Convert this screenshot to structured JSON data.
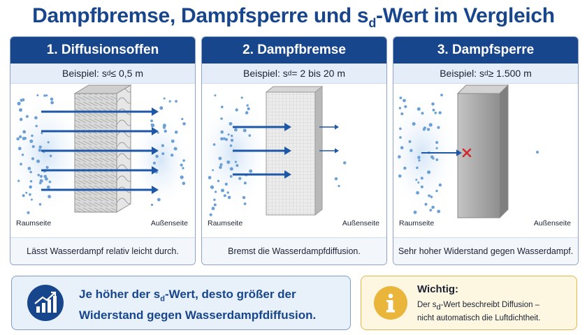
{
  "title": {
    "pre": "Dampfbremse, Dampfsperre und s",
    "sub": "d",
    "post": "-Wert im Vergleich"
  },
  "panels": [
    {
      "heading": "1. Diffusionsoffen",
      "example_prefix": "Beispiel:  s",
      "example_sub": "d",
      "example_value": " ≤ 0,5 m",
      "left_label": "Raumseite",
      "right_label": "Außenseite",
      "caption": "Lässt Wasserdampf relativ leicht durch."
    },
    {
      "heading": "2. Dampfbremse",
      "example_prefix": "Beispiel:  s",
      "example_sub": "d",
      "example_value": " = 2 bis 20 m",
      "left_label": "Raumseite",
      "right_label": "Außenseite",
      "caption": "Bremst die Wasserdampfdiffusion."
    },
    {
      "heading": "3. Dampfsperre",
      "example_prefix": "Beispiel:  s",
      "example_sub": "d",
      "example_value": " ≥ 1.500 m",
      "left_label": "Raumseite",
      "right_label": "Außenseite",
      "caption": "Sehr hoher Widerstand gegen Wasserdampf."
    }
  ],
  "info_box": {
    "icon": "chart-growth-icon",
    "line1_pre": "Je höher der s",
    "line1_sub": "d",
    "line1_post": "-Wert, desto größer der",
    "line2": "Widerstand gegen Wasserdampfdiffusion."
  },
  "note_box": {
    "icon": "info-icon",
    "heading": "Wichtig:",
    "line1_pre": "Der s",
    "line1_sub": "d",
    "line1_post": "-Wert beschreibt Diffusion –",
    "line2": "nicht automatisch die Luftdichtheit."
  },
  "colors": {
    "primary": "#17468c",
    "arrow": "#1d57a8",
    "dots": "#6b9fd6",
    "stop": "#d0282e",
    "warn": "#e9b53a"
  }
}
